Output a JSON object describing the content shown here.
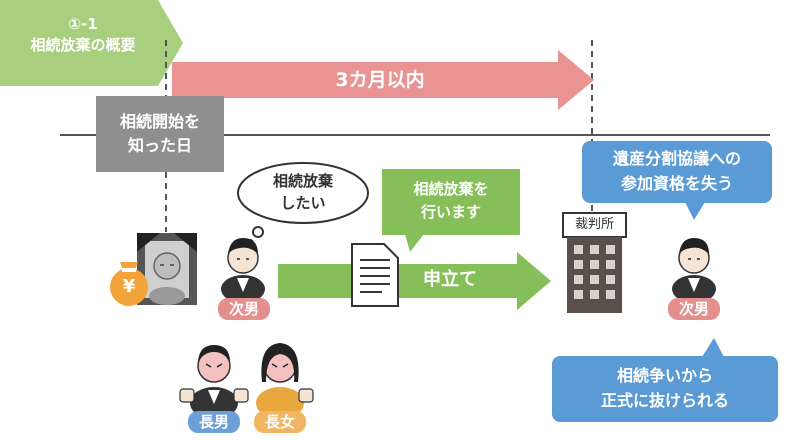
{
  "header": {
    "number": "①-1",
    "title": "相続放棄の概要"
  },
  "period_arrow": {
    "label": "3カ月以内"
  },
  "start_box": {
    "line1": "相続開始を",
    "line2": "知った日"
  },
  "thought_bubble": {
    "line1": "相続放棄",
    "line2": "したい"
  },
  "speech_box": {
    "line1": "相続放棄を",
    "line2": "行います"
  },
  "court": {
    "label": "裁判所"
  },
  "filing_arrow": {
    "label": "申立て"
  },
  "result_top": {
    "line1": "遺産分割協議への",
    "line2": "参加資格を失う"
  },
  "result_bottom": {
    "line1": "相続争いから",
    "line2": "正式に抜けられる"
  },
  "people": {
    "second_son_left": "次男",
    "second_son_right": "次男",
    "eldest_son": "長男",
    "eldest_daughter": "長女"
  },
  "money_bag": {
    "symbol": "¥"
  },
  "colors": {
    "header_green": "#a7cf7e",
    "period_red": "#e99393",
    "gray_box": "#8f8f8f",
    "speech_green": "#86be5a",
    "result_blue": "#5b9bd5",
    "label_pink": "#e58e8e",
    "label_blue": "#6f9fd8",
    "label_orange": "#f2b564"
  }
}
